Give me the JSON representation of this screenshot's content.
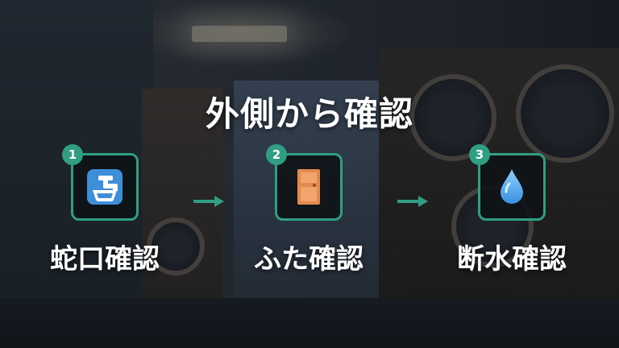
{
  "title": "外側から確認",
  "steps": [
    {
      "number": "1",
      "label": "蛇口確認",
      "icon": "faucet-icon"
    },
    {
      "number": "2",
      "label": "ふた確認",
      "icon": "door-icon"
    },
    {
      "number": "3",
      "label": "断水確認",
      "icon": "water-drop-icon"
    }
  ],
  "colors": {
    "accent": "#2f9e82",
    "text": "#ffffff",
    "icon_box_bg": "#0e1216"
  }
}
